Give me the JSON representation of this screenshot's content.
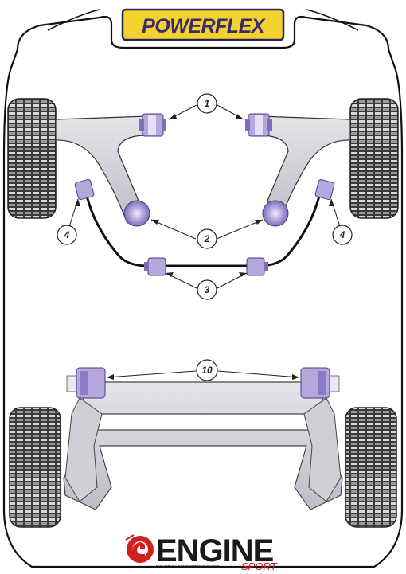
{
  "brand": {
    "name": "POWERFLEX",
    "colors": {
      "badge_bg": "#f2d22e",
      "badge_border": "#2b1f5a",
      "text": "#3a2a6e"
    }
  },
  "diagram": {
    "callouts": [
      {
        "id": "arm-bush-inner",
        "label": "1"
      },
      {
        "id": "arm-bush-outer",
        "label": "2"
      },
      {
        "id": "antiroll-bar-bush",
        "label": "3"
      },
      {
        "id": "droplink-bush-left",
        "label": "4"
      },
      {
        "id": "droplink-bush-right",
        "label": "4"
      },
      {
        "id": "rear-beam-bush",
        "label": "10"
      }
    ],
    "colors": {
      "bush": "#b6a8dc",
      "bush_dark": "#6a5aa8",
      "metal": "#cfcfd6",
      "chassis_outline": "#111111",
      "tyre": "#3a3a3a",
      "tyre_tread": "#d8d8d8"
    }
  },
  "footer": {
    "logo": {
      "main": "ENGINE",
      "sub": "SPORT",
      "tagline": "RICAMBI DA COMPETIZIONE ONLINE",
      "colors": {
        "accent": "#d02020",
        "text": "#1a1a1a"
      }
    }
  }
}
